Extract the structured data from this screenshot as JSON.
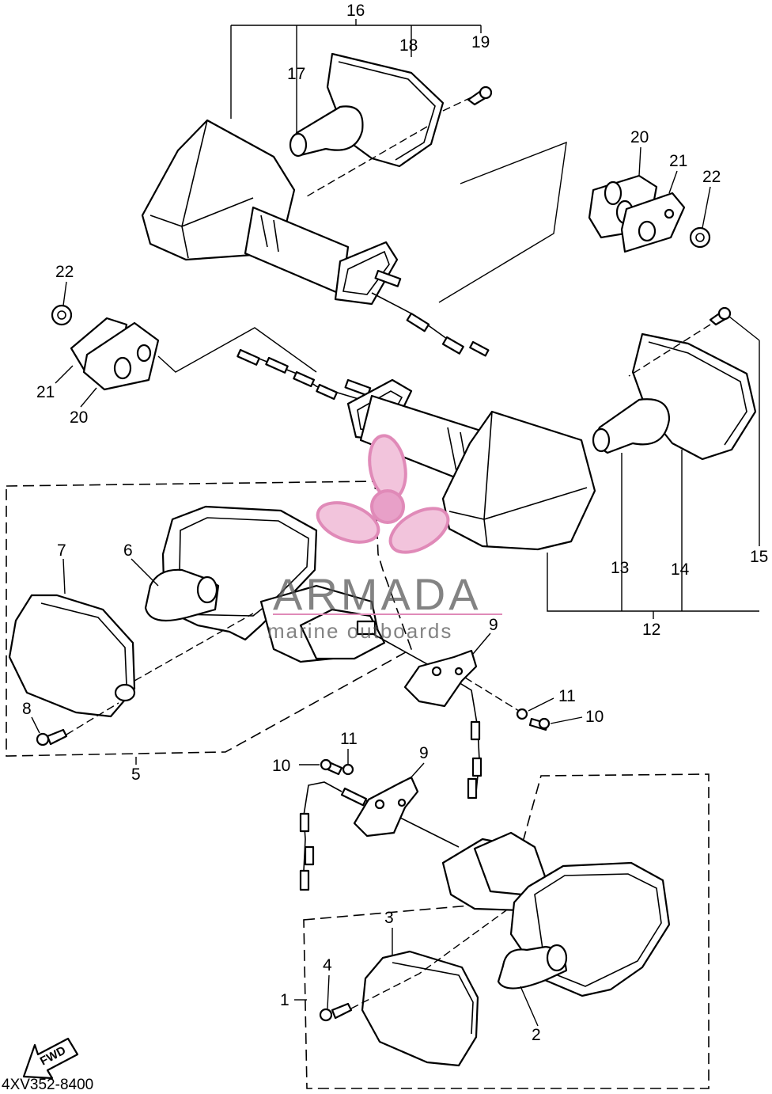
{
  "diagram": {
    "part_code": "4XV352-8400",
    "fwd_label": "FWD",
    "watermark": {
      "name": "ARMADA",
      "tagline": "marine outboards",
      "color": "#e8a0c8"
    },
    "labels": {
      "1": "1",
      "2": "2",
      "3": "3",
      "4": "4",
      "5": "5",
      "6": "6",
      "7": "7",
      "8": "8",
      "9a": "9",
      "9b": "9",
      "10a": "10",
      "10b": "10",
      "11a": "11",
      "11b": "11",
      "12": "12",
      "13": "13",
      "14": "14",
      "15": "15",
      "16": "16",
      "17": "17",
      "18": "18",
      "19": "19",
      "20a": "20",
      "20b": "20",
      "21a": "21",
      "21b": "21",
      "22a": "22",
      "22b": "22"
    }
  }
}
